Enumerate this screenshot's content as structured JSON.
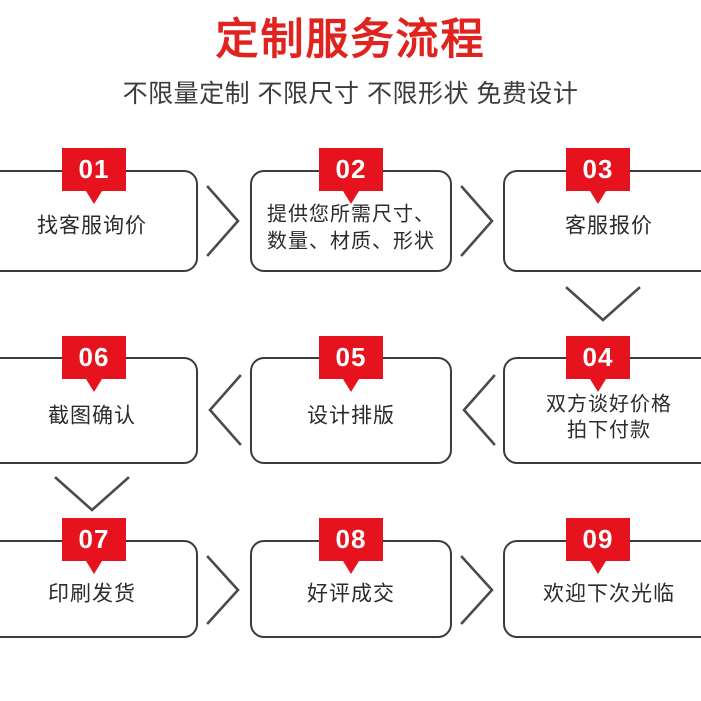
{
  "header": {
    "title": "定制服务流程",
    "subtitle": "不限量定制 不限尺寸 不限形状 免费设计",
    "title_color": "#E0231F",
    "subtitle_color": "#3c3c3c"
  },
  "theme": {
    "badge_bg": "#E6131F",
    "badge_text": "#FFFFFF",
    "box_border": "#3A3A42",
    "box_bg": "#FFFFFF",
    "label_color": "#2B2B2B",
    "arrow_color": "#4A4A52"
  },
  "flow": {
    "steps": [
      {
        "number": "01",
        "label": "找客服询价"
      },
      {
        "number": "02",
        "label": "提供您所需尺寸、\n数量、材质、形状"
      },
      {
        "number": "03",
        "label": "客服报价"
      },
      {
        "number": "04",
        "label": "双方谈好价格\n拍下付款"
      },
      {
        "number": "05",
        "label": "设计排版"
      },
      {
        "number": "06",
        "label": "截图确认"
      },
      {
        "number": "07",
        "label": "印刷发货"
      },
      {
        "number": "08",
        "label": "好评成交"
      },
      {
        "number": "09",
        "label": "欢迎下次光临"
      }
    ],
    "connectors": [
      {
        "name": "arrow-step1-to-step2",
        "direction": "right"
      },
      {
        "name": "arrow-step2-to-step3",
        "direction": "right"
      },
      {
        "name": "arrow-step3-to-step4",
        "direction": "down"
      },
      {
        "name": "arrow-step4-to-step5",
        "direction": "left"
      },
      {
        "name": "arrow-step5-to-step6",
        "direction": "left"
      },
      {
        "name": "arrow-step6-to-step7",
        "direction": "down"
      },
      {
        "name": "arrow-step7-to-step8",
        "direction": "right"
      },
      {
        "name": "arrow-step8-to-step9",
        "direction": "right"
      }
    ]
  }
}
